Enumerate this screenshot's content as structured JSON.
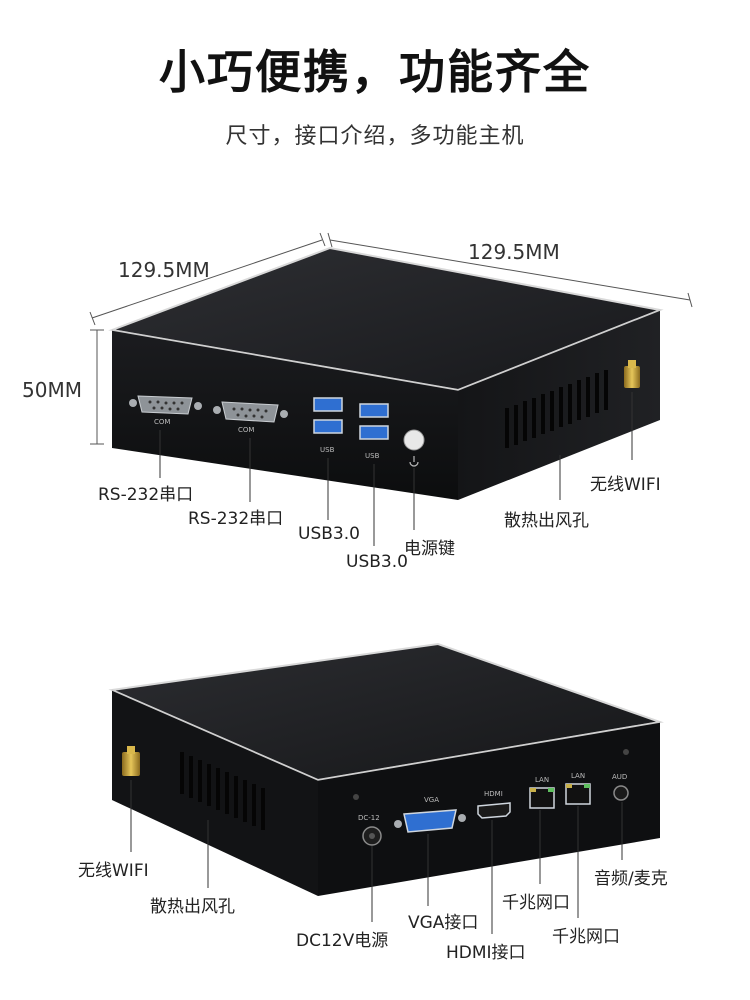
{
  "header": {
    "title": "小巧便携，功能齐全",
    "subtitle": "尺寸，接口介绍，多功能主机"
  },
  "front_view": {
    "dimensions": {
      "depth": "129.5MM",
      "width": "129.5MM",
      "height": "50MM"
    },
    "port_markings": {
      "com1": "COM",
      "com2": "COM",
      "usb1": "USB",
      "usb2": "USB"
    },
    "labels": {
      "rs232_1": "RS-232串口",
      "rs232_2": "RS-232串口",
      "usb30_1": "USB3.0",
      "usb30_2": "USB3.0",
      "power": "电源键",
      "vent": "散热出风孔",
      "wifi": "无线WIFI"
    }
  },
  "back_view": {
    "port_markings": {
      "dc": "DC-12",
      "vga": "VGA",
      "hdmi": "HDMI",
      "lan1": "LAN",
      "lan2": "LAN",
      "aud": "AUD"
    },
    "labels": {
      "wifi": "无线WIFI",
      "vent": "散热出风孔",
      "dc": "DC12V电源",
      "vga": "VGA接口",
      "hdmi": "HDMI接口",
      "lan1": "千兆网口",
      "lan2": "千兆网口",
      "audio": "音频/麦克"
    }
  },
  "colors": {
    "case_top": "#222326",
    "case_front": "#111214",
    "edge": "#d8d8d8",
    "antenna": "#c9a23a"
  }
}
